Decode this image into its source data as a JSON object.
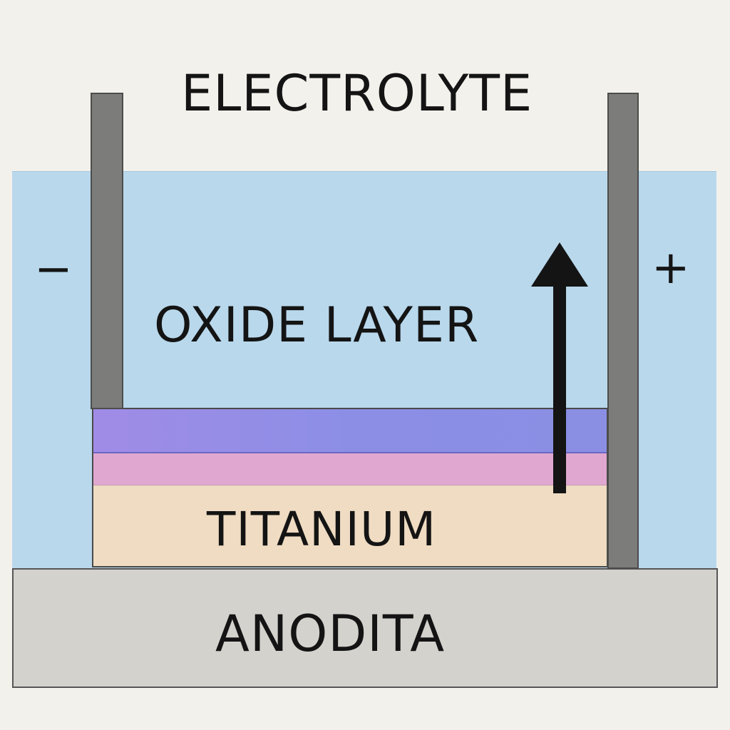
{
  "labels": {
    "electrolyte": "ELECTROLYTE",
    "oxide_layer": "OXIDE LAYER",
    "titanium": "TITANIUM",
    "anodita": "ANODITA"
  },
  "signs": {
    "negative": "−",
    "positive": "+"
  },
  "colors": {
    "electrolyte": "#b9d8ec",
    "oxide_top": "#8c8ee6",
    "oxide_bottom": "#e0a8d0",
    "titanium": "#efdcc2",
    "base": "#d4d2cd",
    "electrode": "#7c7c7a",
    "arrow": "#141414"
  },
  "icons": {
    "growth_arrow": "arrow-up-icon"
  }
}
